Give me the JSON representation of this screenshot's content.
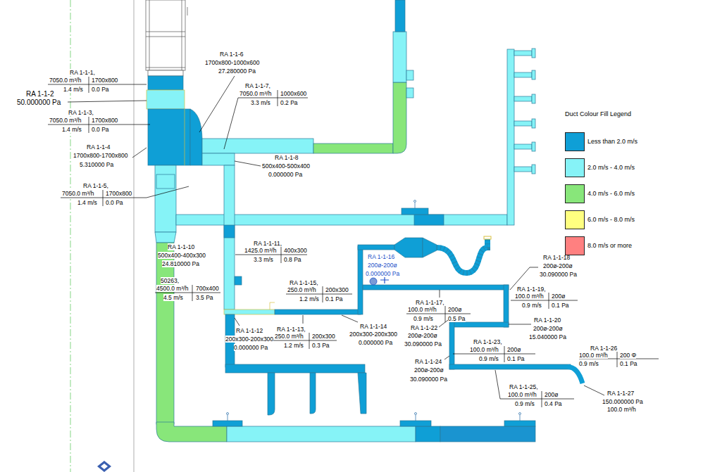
{
  "diagram": {
    "labels": [
      "RA 1-1-1,",
      "7050.0 m³/h",
      "1700x800",
      "1.4 m/s",
      "0.0 Pa",
      "RA 1-1-2",
      "50.000000 Pa",
      "RA 1-1-3,",
      "7050.0 m³/h",
      "1700x800",
      "1.4 m/s",
      "0.0 Pa",
      "RA 1-1-4",
      "1700x800-1700x800",
      "5.310000 Pa",
      "RA 1-1-5,",
      "7050.0 m³/h",
      "1700x800",
      "1.4 m/s",
      "0.0 Pa",
      "RA 1-1-6",
      "1700x800-1000x600",
      "27.280000 Pa",
      "RA 1-1-7,",
      "7050.0 m³/h",
      "1000x600",
      "3.3 m/s",
      "0.2 Pa",
      "RA 1-1-8",
      "500x400-500x400",
      "0.000000 Pa",
      "RA 1-1-10",
      "500x400-400x300",
      "24.810000 Pa",
      "50263,",
      "4500.0 m³/h",
      "700x400",
      "4.5 m/s",
      "3.5 Pa",
      "RA 1-1-11,",
      "1425.0 m³/h",
      "400x300",
      "3.3 m/s",
      "0.8 Pa",
      "RA 1-1-16",
      "200ø-200ø",
      "0.000000 Pa",
      "RA 1-1-15,",
      "250.0 m³/h",
      "200x300",
      "1.2 m/s",
      "0.1 Pa",
      "RA 1-1-18",
      "200ø-200ø",
      "30.090000 Pa",
      "RA 1-1-19,",
      "100.0 m³/h",
      "200ø",
      "0.9 m/s",
      "0.1 Pa",
      "RA 1-1-17,",
      "100.0 m³/h",
      "200ø",
      "0.9 m/s",
      "0.5 Pa",
      "RA 1-1-20",
      "200ø-200ø",
      "15.040000 Pa",
      "RA 1-1-12",
      "200x300-200x300",
      "0.000000 Pa",
      "RA 1-1-13,",
      "250.0 m³/h",
      "200x300",
      "1.2 m/s",
      "0.3 Pa",
      "RA 1-1-14",
      "200x300-200x300",
      "0.000000 Pa",
      "RA 1-1-22",
      "200ø-200ø",
      "30.090000 Pa",
      "RA 1-1-23,",
      "100.0 m³/h",
      "200ø",
      "0.9 m/s",
      "0.1 Pa",
      "RA 1-1-26",
      "100.0 m³/h",
      "200 Φ",
      "0.9 m/s",
      "0.1 Pa",
      "RA 1-1-24",
      "200ø-200ø",
      "30.090000 Pa",
      "RA 1-1-25,",
      "100.0 m³/h",
      "200ø",
      "0.9 m/s",
      "0.4 Pa",
      "RA 1-1-27",
      "150.000000 Pa",
      "100.0 m³/h",
      "Duct Colour Fill Legend"
    ],
    "legend": [
      {
        "text": "Less than 2.0 m/s",
        "color": "#0f9fd6"
      },
      {
        "text": "2.0 m/s - 4.0 m/s",
        "color": "#86f3f7"
      },
      {
        "text": "4.0 m/s - 6.0 m/s",
        "color": "#88e67a"
      },
      {
        "text": "6.0 m/s - 8.0 m/s",
        "color": "#ffff80"
      },
      {
        "text": "8.0 m/s or more",
        "color": "#ff8080"
      }
    ]
  }
}
